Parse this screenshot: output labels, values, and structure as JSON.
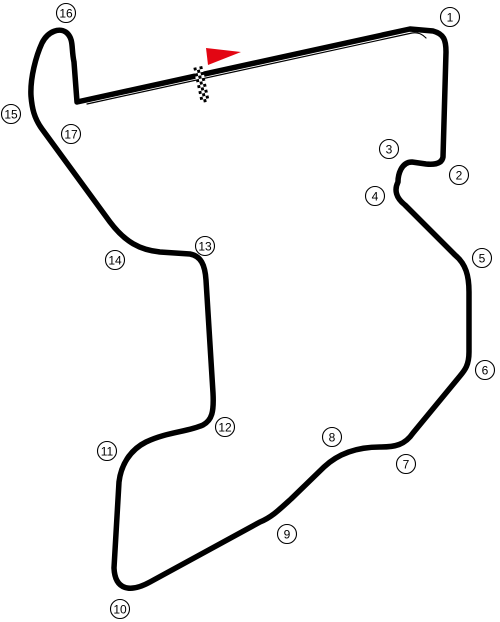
{
  "colors": {
    "background": "#ffffff",
    "track": "#000000",
    "start_flag": "#e30613",
    "checker_dark": "#000000",
    "checker_light": "#ffffff"
  },
  "icons": {
    "start_flag": "flag-icon",
    "start_finish_line": "checkered-line-icon"
  },
  "corners": [
    {
      "id": "corner-1",
      "label": "1"
    },
    {
      "id": "corner-2",
      "label": "2"
    },
    {
      "id": "corner-3",
      "label": "3"
    },
    {
      "id": "corner-4",
      "label": "4"
    },
    {
      "id": "corner-5",
      "label": "5"
    },
    {
      "id": "corner-6",
      "label": "6"
    },
    {
      "id": "corner-7",
      "label": "7"
    },
    {
      "id": "corner-8",
      "label": "8"
    },
    {
      "id": "corner-9",
      "label": "9"
    },
    {
      "id": "corner-10",
      "label": "10"
    },
    {
      "id": "corner-11",
      "label": "11"
    },
    {
      "id": "corner-12",
      "label": "12"
    },
    {
      "id": "corner-13",
      "label": "13"
    },
    {
      "id": "corner-14",
      "label": "14"
    },
    {
      "id": "corner-15",
      "label": "15"
    },
    {
      "id": "corner-16",
      "label": "16"
    },
    {
      "id": "corner-17",
      "label": "17"
    }
  ]
}
